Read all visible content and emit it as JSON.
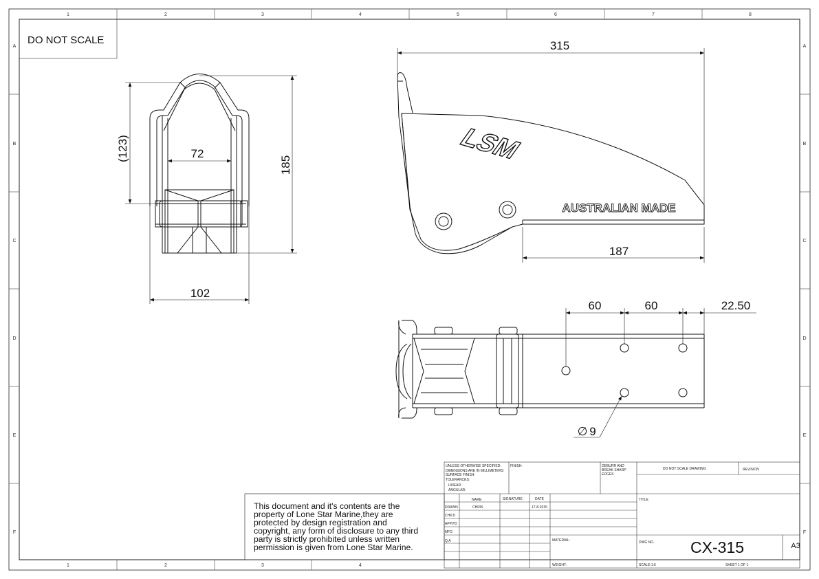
{
  "border": {
    "columns": [
      "1",
      "2",
      "3",
      "4",
      "5",
      "6",
      "7",
      "8"
    ],
    "rows": [
      "A",
      "B",
      "C",
      "D",
      "E",
      "F"
    ]
  },
  "stamp": {
    "text": "DO NOT SCALE"
  },
  "front_view": {
    "dim_overall_height": "185",
    "dim_ref_height": "(123)",
    "dim_inner_width": "72",
    "dim_overall_width": "102"
  },
  "side_view": {
    "dim_length": "315",
    "dim_base_length": "187",
    "logo_text": "LSM",
    "embossed_text": "AUSTRALIAN MADE"
  },
  "top_view": {
    "dim_spacing_1": "60",
    "dim_spacing_2": "60",
    "dim_end_offset": "22.50",
    "dim_hole_dia": "9",
    "dia_symbol": "∅"
  },
  "notice": {
    "lines": [
      "This document and it's contents are the",
      "property of Lone Star Marine,they are",
      "protected by design registration and",
      "copyright, any form of disclosure to any third",
      "party is strictly prohibited unless written",
      "permission is given from Lone Star Marine."
    ]
  },
  "title_block": {
    "tol_lines": [
      "UNLESS OTHERWISE SPECIFIED:",
      "DIMENSIONS ARE IN MILLIMETERS",
      "SURFACE FINISH:",
      "TOLERANCES:",
      "LINEAR:",
      "ANGULAR:"
    ],
    "finish_label": "FINISH:",
    "deburr_lines": [
      "DEBURR AND",
      "BREAK SHARP",
      "EDGES"
    ],
    "do_not_scale": "DO NOT SCALE DRAWING",
    "revision": "REVISION",
    "col_name": "NAME",
    "col_signature": "SIGNATURE",
    "col_date": "DATE",
    "row_labels": [
      "DRAWN",
      "CHK'D",
      "APPV'D",
      "MFG",
      "Q.A"
    ],
    "drawn_name": "CHRIS",
    "drawn_date": "17-8-2015",
    "title_label": "TITLE:",
    "material_label": "MATERIAL:",
    "weight_label": "WEIGHT:",
    "dwg_no_label": "DWG NO.",
    "dwg_no": "CX-315",
    "sheet_size": "A3",
    "scale": "SCALE:1:5",
    "sheet": "SHEET 1 OF 1"
  }
}
